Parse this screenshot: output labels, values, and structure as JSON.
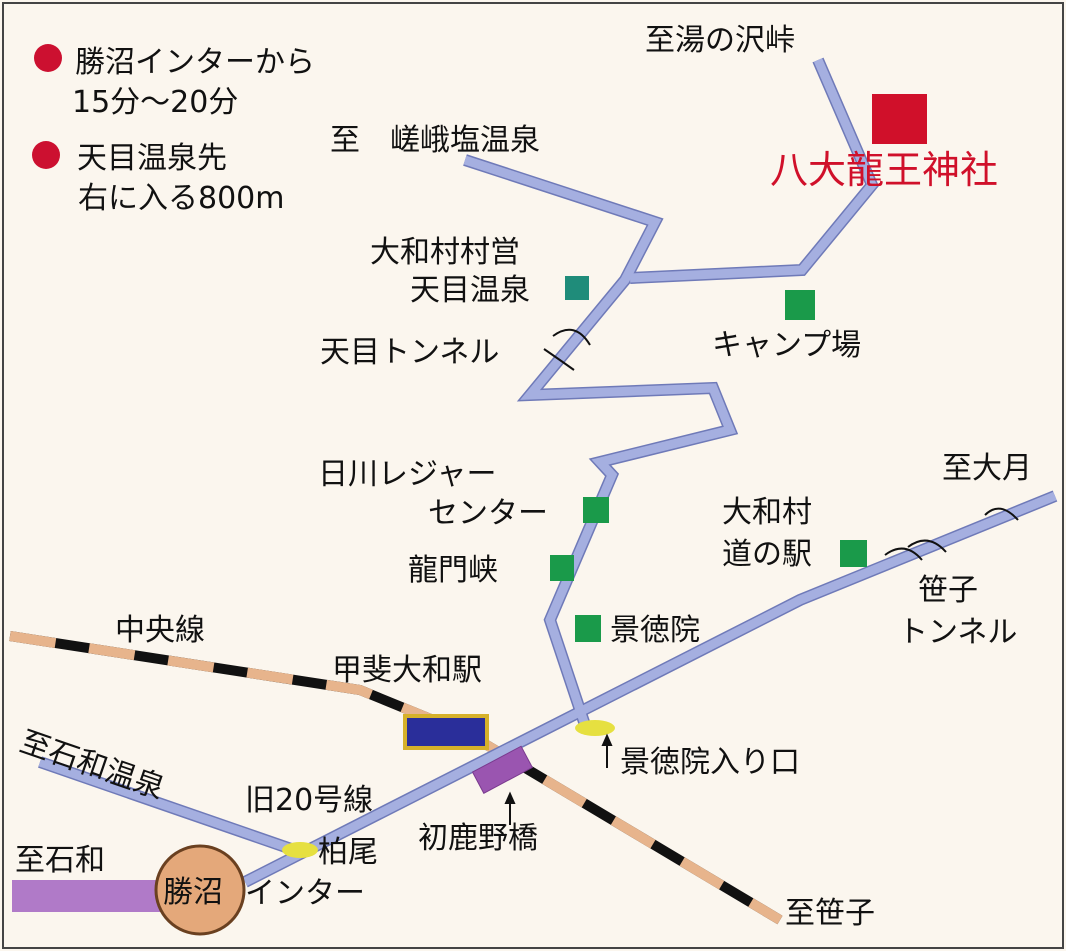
{
  "legend": [
    {
      "lines": [
        "勝沼インターから",
        "15分〜20分"
      ]
    },
    {
      "lines": [
        "天目温泉先",
        "右に入る800m"
      ]
    }
  ],
  "destination": {
    "name": "八大龍王神社",
    "color": "#d0102a"
  },
  "colors": {
    "road": "#9aa4d6",
    "road_edge": "#5e6aa8",
    "rail_dark": "#111111",
    "rail_light": "#e7b48c",
    "poi": "#1a9a4a",
    "poi_teal": "#1f8c7a",
    "marker_red": "#cc1030",
    "bg": "#fbf6ee"
  },
  "labels": {
    "to_yunosawa": "至湯の沢峠",
    "to_sagashio": "至　嵯峨塩温泉",
    "yamato_onsen_1": "大和村村営",
    "yamato_onsen_2": "天目温泉",
    "camp": "キャンプ場",
    "tenmoku_tunnel": "天目トンネル",
    "leisure_1": "日川レジャー",
    "leisure_2": "センター",
    "ryumon": "龍門峡",
    "keitoku": "景徳院",
    "michinoeki_1": "大和村",
    "michinoeki_2": "道の駅",
    "to_otsuki": "至大月",
    "sasago_tunnel_1": "笹子",
    "sasago_tunnel_2": "トンネル",
    "chuo_line": "中央線",
    "station": "甲斐大和駅",
    "keitoku_entrance": "景徳院入り口",
    "to_isawa_onsen": "至石和温泉",
    "old_route20": "旧20号線",
    "kashio": "柏尾",
    "hajikano_bridge": "初鹿野橋",
    "to_isawa": "至石和",
    "katsunuma_circle": "勝沼",
    "katsunuma_ic_suffix": "インター",
    "to_sasago": "至笹子"
  }
}
